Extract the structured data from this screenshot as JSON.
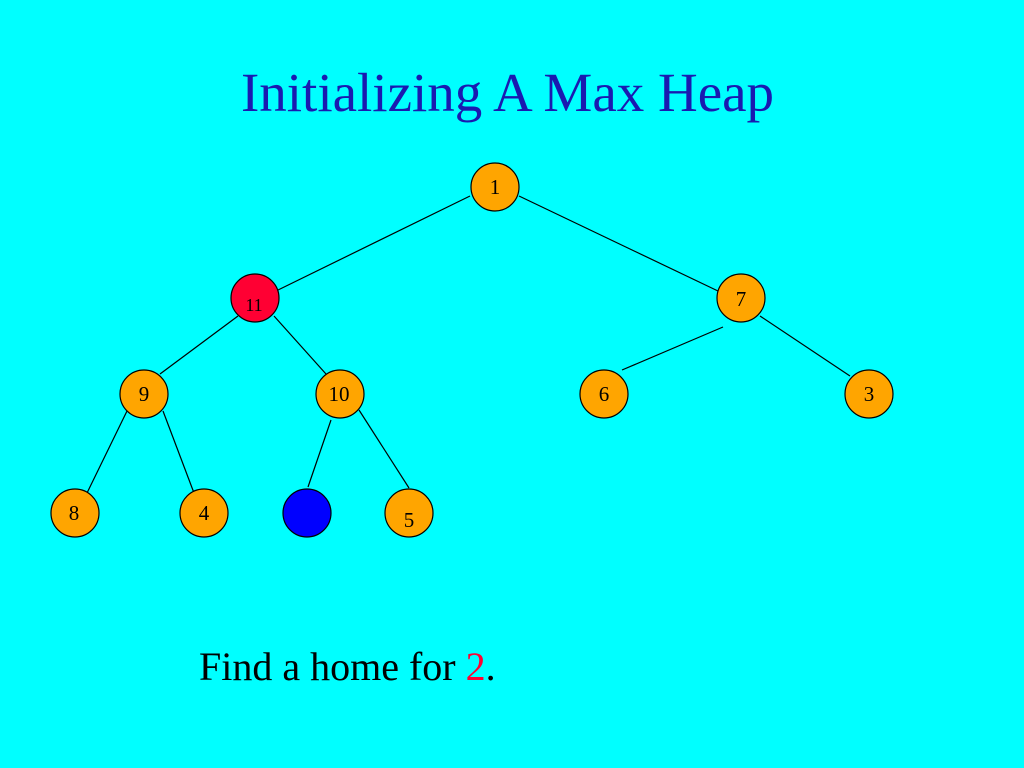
{
  "slide": {
    "title": "Initializing A Max Heap",
    "caption": {
      "prefix": "Find a home for ",
      "value": "2",
      "suffix": "."
    }
  },
  "heap": {
    "nodes": [
      {
        "id": "n1",
        "label": "1",
        "state": "normal"
      },
      {
        "id": "n11",
        "label": "11",
        "state": "current"
      },
      {
        "id": "n7",
        "label": "7",
        "state": "normal"
      },
      {
        "id": "n9",
        "label": "9",
        "state": "normal"
      },
      {
        "id": "n10",
        "label": "10",
        "state": "normal"
      },
      {
        "id": "n6",
        "label": "6",
        "state": "normal"
      },
      {
        "id": "n3",
        "label": "3",
        "state": "normal"
      },
      {
        "id": "n8",
        "label": "8",
        "state": "normal"
      },
      {
        "id": "n4",
        "label": "4",
        "state": "normal"
      },
      {
        "id": "empty",
        "label": "",
        "state": "empty"
      },
      {
        "id": "n5",
        "label": "5",
        "state": "normal"
      }
    ]
  },
  "colors": {
    "background": "#00FFFF",
    "title": "#1A1AB0",
    "node_fill": "#FFA500",
    "current_fill": "#FF0033",
    "empty_fill": "#0000FF",
    "highlight_text": "#FF0033"
  }
}
